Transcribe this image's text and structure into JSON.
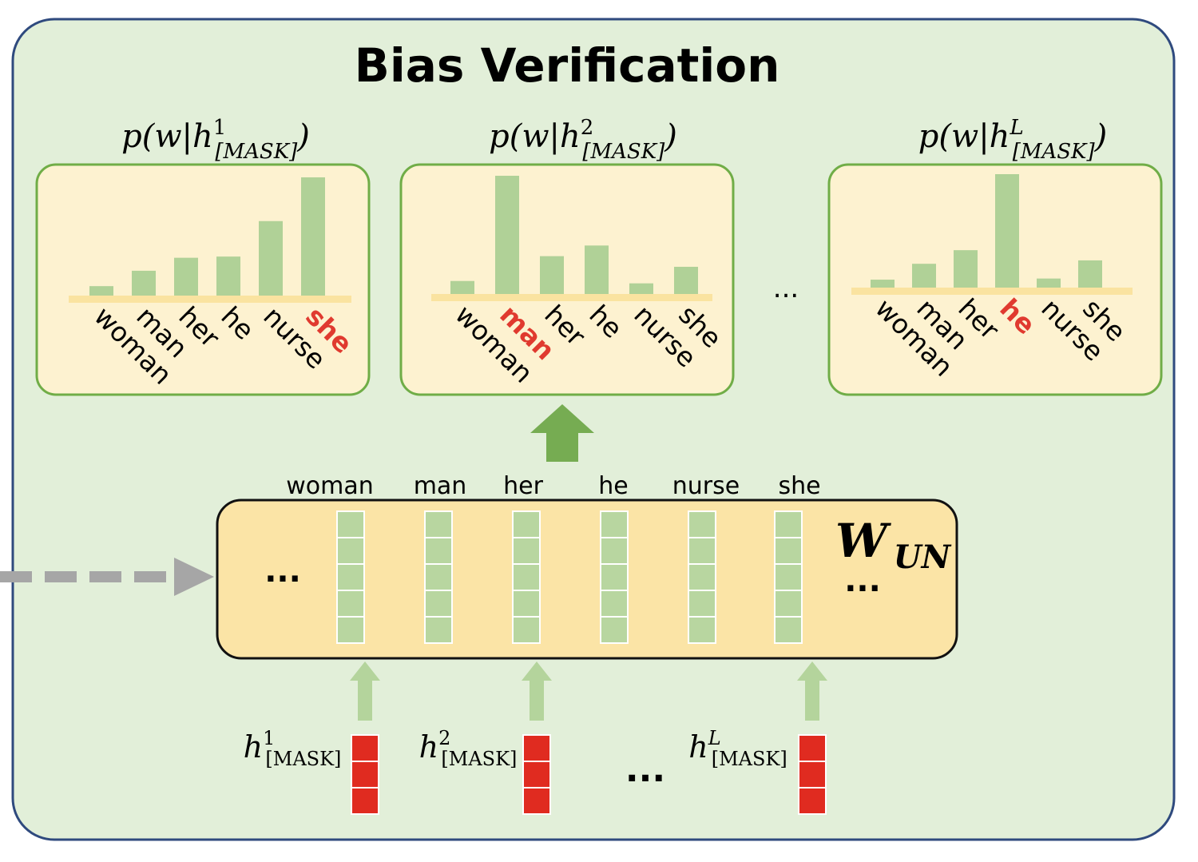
{
  "title": "Bias Verification",
  "colors": {
    "outer_bg": "#e2efd9",
    "outer_border": "#2f4a7e",
    "panel_bg": "#fdf2d0",
    "panel_border": "#70ad47",
    "bar": "#b0d197",
    "baseline": "#fae3a0",
    "highlight": "#e03a2f",
    "matrix_bg": "#fbe4a6",
    "matrix_border": "#111111",
    "cell": "#b8d6a0",
    "cell_border": "#ffffff",
    "red_cell": "#e02b20",
    "up_arrow_dark": "#76ac52",
    "up_arrow_light": "#b4d49c",
    "dashed_arrow": "#a6a6a6"
  },
  "panels": [
    {
      "label": {
        "main": "p(w|h",
        "sup": "1",
        "sub": "[MASK]",
        "close": ")"
      },
      "chart_data": {
        "type": "bar",
        "categories": [
          "woman",
          "man",
          "her",
          "he",
          "nurse",
          "she"
        ],
        "values": [
          0.08,
          0.21,
          0.32,
          0.33,
          0.63,
          1.0
        ],
        "highlight": "she"
      }
    },
    {
      "label": {
        "main": "p(w|h",
        "sup": "2",
        "sub": "[MASK]",
        "close": ")"
      },
      "chart_data": {
        "type": "bar",
        "categories": [
          "woman",
          "man",
          "her",
          "he",
          "nurse",
          "she"
        ],
        "values": [
          0.11,
          1.0,
          0.32,
          0.41,
          0.09,
          0.23
        ],
        "highlight": "man"
      }
    },
    {
      "label": {
        "main": "p(w|h",
        "sup": "L",
        "sub": "[MASK]",
        "close": ")"
      },
      "chart_data": {
        "type": "bar",
        "categories": [
          "woman",
          "man",
          "her",
          "he",
          "nurse",
          "she"
        ],
        "values": [
          0.07,
          0.21,
          0.33,
          1.0,
          0.08,
          0.24
        ],
        "highlight": "he"
      }
    }
  ],
  "panel_dots": "...",
  "matrix": {
    "label_main": "W",
    "label_sub": "UN",
    "left_dots": "...",
    "right_dots": "...",
    "columns": [
      "woman",
      "man",
      "her",
      "he",
      "nurse",
      "she"
    ]
  },
  "inputs": {
    "items": [
      {
        "main": "h",
        "sup": "1",
        "sub": "[MASK]"
      },
      {
        "main": "h",
        "sup": "2",
        "sub": "[MASK]"
      },
      {
        "main": "h",
        "sup": "L",
        "sub": "[MASK]"
      }
    ],
    "dots": "..."
  }
}
